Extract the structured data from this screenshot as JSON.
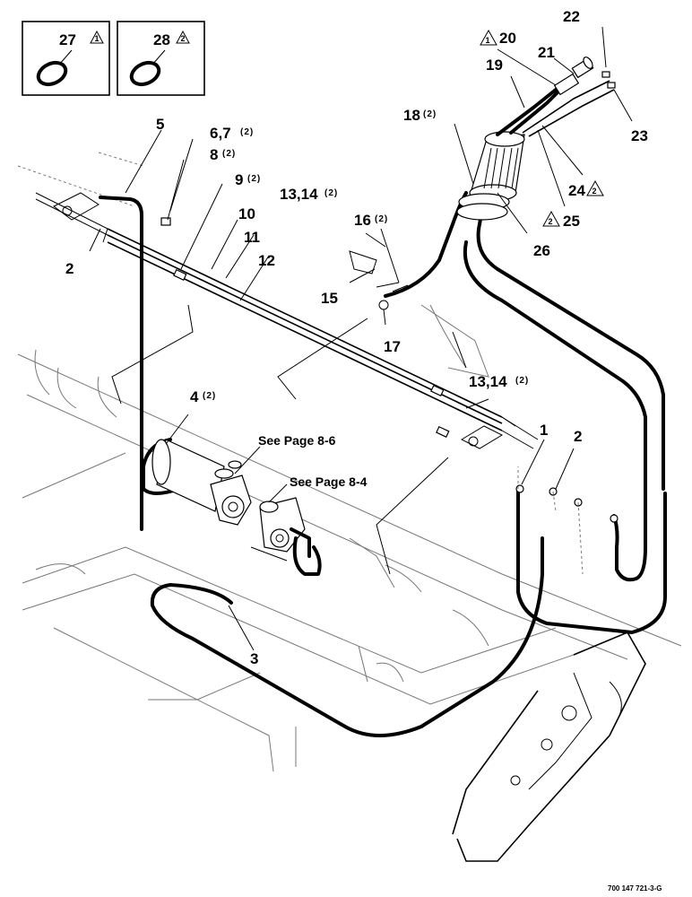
{
  "callouts": {
    "c27": {
      "num": "27",
      "mark": "1"
    },
    "c28": {
      "num": "28",
      "mark": "2"
    },
    "c20": {
      "num": "20",
      "mark": "1"
    },
    "c24": {
      "num": "24",
      "mark": "2"
    },
    "c25": {
      "num": "25",
      "mark": "2"
    },
    "p1": "1",
    "p2a": "2",
    "p2b": "2",
    "p3": "3",
    "p4": "4",
    "p4q": "(2)",
    "p5": "5",
    "p67": "6,7",
    "p67q": "(2)",
    "p8": "8",
    "p8q": "(2)",
    "p9": "9",
    "p9q": "(2)",
    "p10": "10",
    "p11": "11",
    "p12": "12",
    "p1314a": "13,14",
    "p1314aq": "(2)",
    "p1314b": "13,14",
    "p1314bq": "(2)",
    "p15": "15",
    "p16": "16",
    "p16q": "(2)",
    "p17": "17",
    "p18": "18",
    "p18q": "(2)",
    "p19": "19",
    "p21": "21",
    "p22": "22",
    "p23": "23",
    "p26": "26"
  },
  "references": {
    "see_8_6": "See Page 8-6",
    "see_8_4": "See Page 8-4"
  },
  "drawing_number": "700 147 721-3-G"
}
